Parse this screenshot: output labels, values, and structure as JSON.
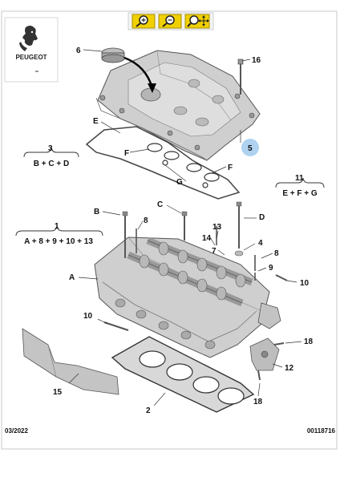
{
  "brand": {
    "name": "PEUGEOT"
  },
  "toolbar": {
    "buttons": [
      {
        "name": "zoom-in",
        "icon": "magnifier-plus-icon"
      },
      {
        "name": "zoom-out",
        "icon": "magnifier-minus-icon"
      },
      {
        "name": "zoom-pan",
        "icon": "magnifier-move-icon"
      }
    ],
    "accent": "#f0d000"
  },
  "diagram": {
    "callouts": {
      "c6": "6",
      "c16": "16",
      "c5": "5",
      "cE1": "E",
      "cF1": "F",
      "cF2": "F",
      "cG": "G",
      "c3": "3",
      "c11": "11",
      "c1": "1",
      "cB": "B",
      "c8a": "8",
      "cC": "C",
      "c13": "13",
      "cD": "D",
      "c14": "14",
      "c7": "7",
      "c4": "4",
      "c8b": "8",
      "c9": "9",
      "c10a": "10",
      "cA": "A",
      "c10b": "10",
      "c18a": "18",
      "c12": "12",
      "c18b": "18",
      "c15": "15",
      "c2": "2"
    },
    "formulas": {
      "f3": "B + C + D",
      "f11": "E + F + G",
      "f1": "A + 8 + 9 + 10 + 13"
    },
    "highlight_color": "#aed2f0"
  },
  "footer": {
    "date": "03/2022",
    "reference": "00118716"
  }
}
